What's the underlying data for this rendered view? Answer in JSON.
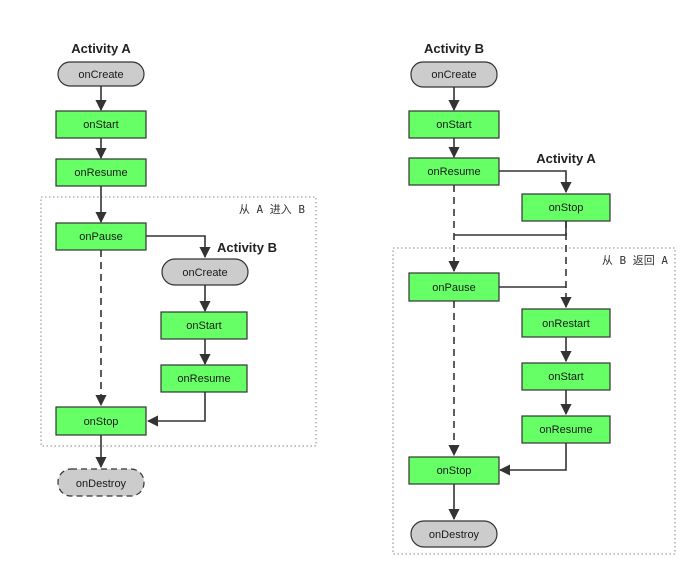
{
  "left": {
    "heading": "Activity A",
    "sub_heading": "Activity B",
    "region_label": "从 A 进入 B",
    "nodes": {
      "create": "onCreate",
      "start": "onStart",
      "resume": "onResume",
      "pause": "onPause",
      "b_create": "onCreate",
      "b_start": "onStart",
      "b_resume": "onResume",
      "stop": "onStop",
      "destroy": "onDestroy"
    }
  },
  "right": {
    "heading": "Activity B",
    "sub_heading": "Activity A",
    "region_label": "从 B 返回 A",
    "nodes": {
      "create": "onCreate",
      "start": "onStart",
      "resume": "onResume",
      "a_stop": "onStop",
      "pause": "onPause",
      "a_restart": "onRestart",
      "a_start": "onStart",
      "a_resume": "onResume",
      "stop": "onStop",
      "destroy": "onDestroy"
    }
  }
}
